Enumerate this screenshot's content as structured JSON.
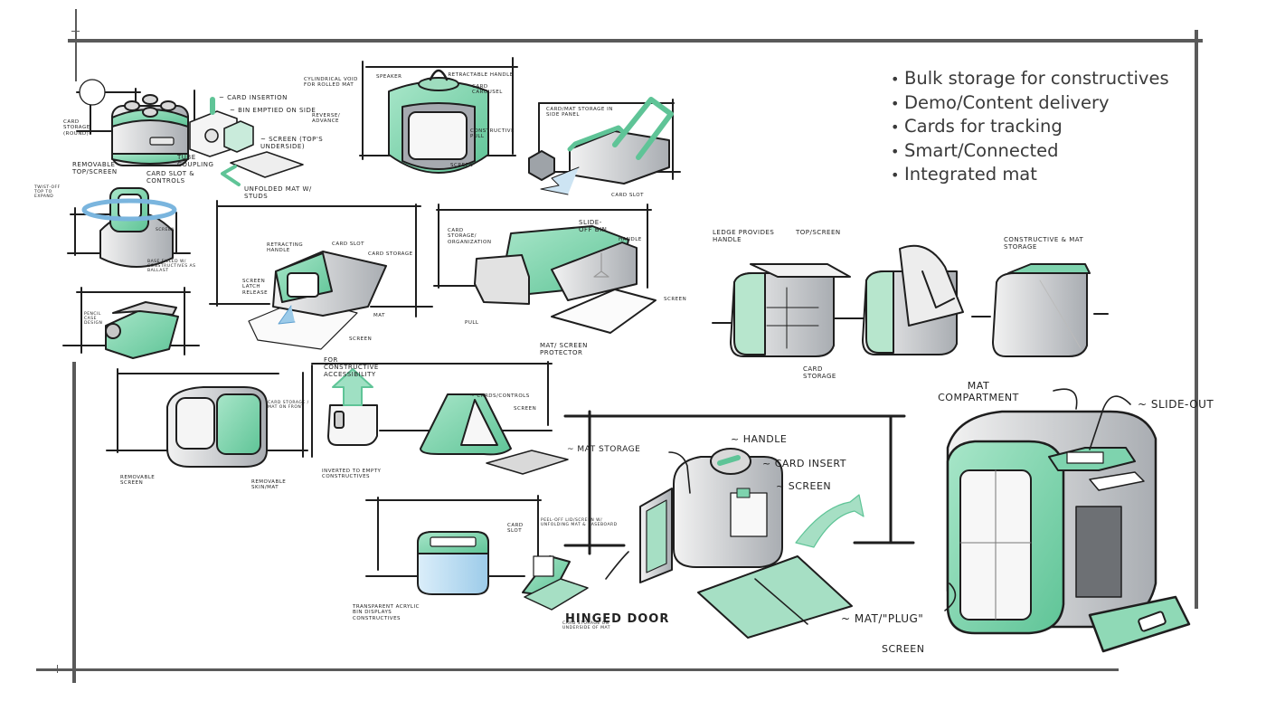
{
  "bullets": [
    "Bulk storage for constructives",
    "Demo/Content delivery",
    "Cards for tracking",
    "Smart/Connected",
    "Integrated mat"
  ],
  "colors": {
    "accent_green": "#7ed3ae",
    "frame_gray": "#5a5a5a",
    "ink": "#1e1e1e",
    "light_blue": "#b9daf0",
    "text_gray": "#3a3a3a"
  },
  "annotations": {
    "s1": {
      "card_storage": "Card storage (round)",
      "removable_top": "Removable top/screen",
      "card_slot": "Card slot & controls"
    },
    "s2": {
      "card_insertion": "~ Card insertion",
      "bin_emptied": "~ Bin emptied on side",
      "tube_coupling": "Tube coupling",
      "screen": "~ Screen (top's underside)",
      "unfolded_mat": "Unfolded mat w/ studs"
    },
    "s3": {
      "cylindrical": "Cylindrical void for rolled mat",
      "speaker": "Speaker",
      "handle": "~ Retractable handle",
      "card_carousel": "Card carousel",
      "reverse": "Reverse/ advance",
      "constructive_pull": "Constructive pull",
      "screen": "Screen"
    },
    "s4": {
      "card_mat_storage": "Card/mat storage in side panel",
      "card_slot": "Card slot"
    },
    "s5": {
      "notes": "Twist-off top to expand",
      "screen": "Screen",
      "base": "Base filled w/ constructives as ballast"
    },
    "s6": {
      "handle": "Retracting handle",
      "card_slot": "Card slot",
      "card_storage": "Card storage",
      "screen_latch": "Screen latch release",
      "mat": "Mat",
      "screen": "Screen",
      "accessibility": "For constructive accessibility"
    },
    "s7": {
      "card_storage": "Card storage/ organization",
      "slide_off": "Slide-off bin",
      "handle": "Handle",
      "screen": "Screen",
      "pull": "Pull",
      "mat": "Mat/ screen protector"
    },
    "s8": {
      "ledge": "Ledge provides handle",
      "top_screen": "Top/screen",
      "card_storage": "Card storage",
      "constructive_mat": "Constructive & mat storage"
    },
    "s9": {
      "label": "Pencil case design"
    },
    "s10": {
      "card_storage": "Card storage / mat on front",
      "removable_screen": "Removable screen",
      "removable_mat": "Removable skin/mat"
    },
    "s11": {
      "inverted": "Inverted to empty constructives"
    },
    "s12": {
      "cards_controls": "~ Cards/controls",
      "screen": "Screen",
      "mat_storage": "~ Mat storage"
    },
    "s13": {
      "card_slot": "Card slot",
      "transparent": "Transparent acrylic bin displays constructives",
      "peel_off": "Peel-off lid/screen w/ unfolding mat & baseboard",
      "card_storage": "Card storage on underside of mat"
    },
    "s14": {
      "handle": "~ Handle",
      "card_insert": "~ Card insert",
      "screen": "~ Screen",
      "hinged_door": "Hinged door",
      "mat_plug": "~ Mat/\"plug\""
    },
    "s15": {
      "mat_compartment": "Mat compartment",
      "slide_out": "~ Slide-out",
      "screen": "Screen"
    }
  }
}
